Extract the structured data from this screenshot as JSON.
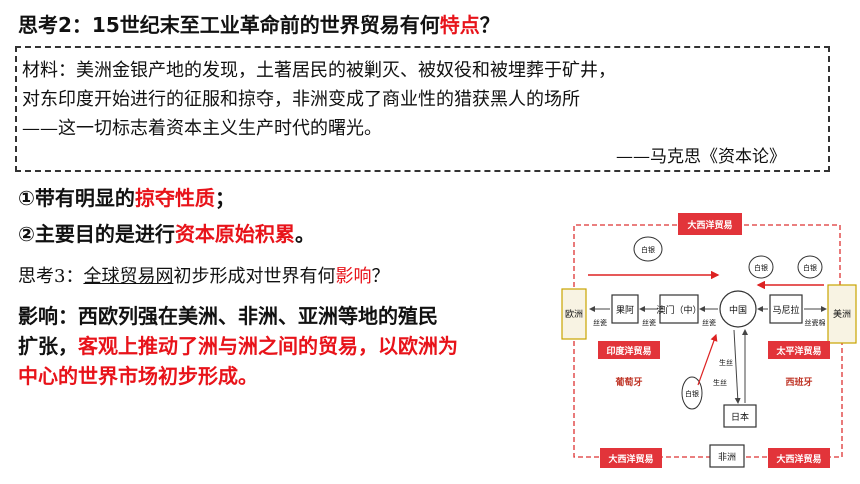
{
  "q2": {
    "prefix": "思考2：15世纪末至工业革命前的世界贸易有何",
    "highlight": "特点",
    "suffix": "？"
  },
  "material": {
    "line1": "材料：美洲金银产地的发现，土著居民的被剿灭、被奴役和被埋葬于矿井，",
    "line2": "对东印度开始进行的征服和掠夺，非洲变成了商业性的猎获黑人的场所",
    "line3": "——这一切标志着资本主义生产时代的曙光。",
    "source": "——马克思《资本论》"
  },
  "point1": {
    "prefix": "①带有明显的",
    "highlight": "掠夺性质",
    "suffix": "；"
  },
  "point2": {
    "prefix": "②主要目的是进行",
    "highlight": "资本原始积累",
    "suffix": "。"
  },
  "q3": {
    "prefix": "思考3：",
    "underlined": "全球贸易网",
    "middle": "初步形成对世界有何",
    "highlight": "影响",
    "suffix": "？"
  },
  "impact": {
    "line1": "影响：西欧列强在美洲、非洲、亚洲等地的殖民",
    "line2_black": "扩张，",
    "line2_red": "客观上推动了洲与洲之间的贸易，以欧洲为",
    "line3_red": "中心的世界市场初步形成。"
  },
  "diagram": {
    "europe": "欧洲",
    "america": "美洲",
    "guo": "果阿",
    "macau": "澳门（中）",
    "china": "中国",
    "manila": "马尼拉",
    "japan": "日本",
    "africa": "非洲",
    "atlantic_top": "大西洋贸易",
    "atlantic_bl": "大西洋贸易",
    "atlantic_br": "大西洋贸易",
    "indian": "印度洋贸易",
    "pacific": "太平洋贸易",
    "portugal": "葡萄牙",
    "spain": "西班牙",
    "silver": "白银",
    "silk": "丝瓷",
    "silk_cotton": "丝瓷棉",
    "raw_silk": "生丝"
  },
  "colors": {
    "accent": "#e8131a"
  }
}
